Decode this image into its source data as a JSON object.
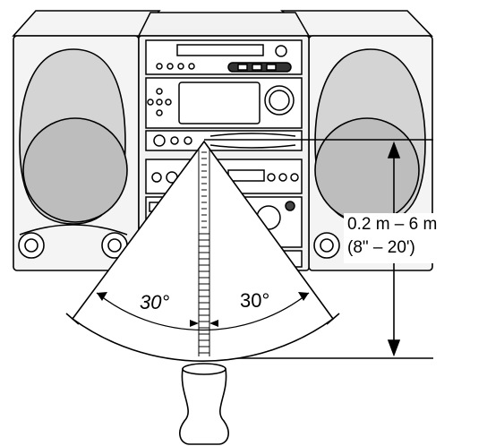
{
  "diagram": {
    "range_line1": "0.2 m – 6 m",
    "range_line2": "(8\" – 20')",
    "angle_left": "30°",
    "angle_right": "30°"
  },
  "colors": {
    "stroke": "#000000",
    "speaker_face": "#d7d7d7",
    "cabinet": "#f2f2f2",
    "background": "#ffffff"
  },
  "icons": {
    "remote": "remote-control-icon",
    "stereo": "stereo-system-icon"
  }
}
